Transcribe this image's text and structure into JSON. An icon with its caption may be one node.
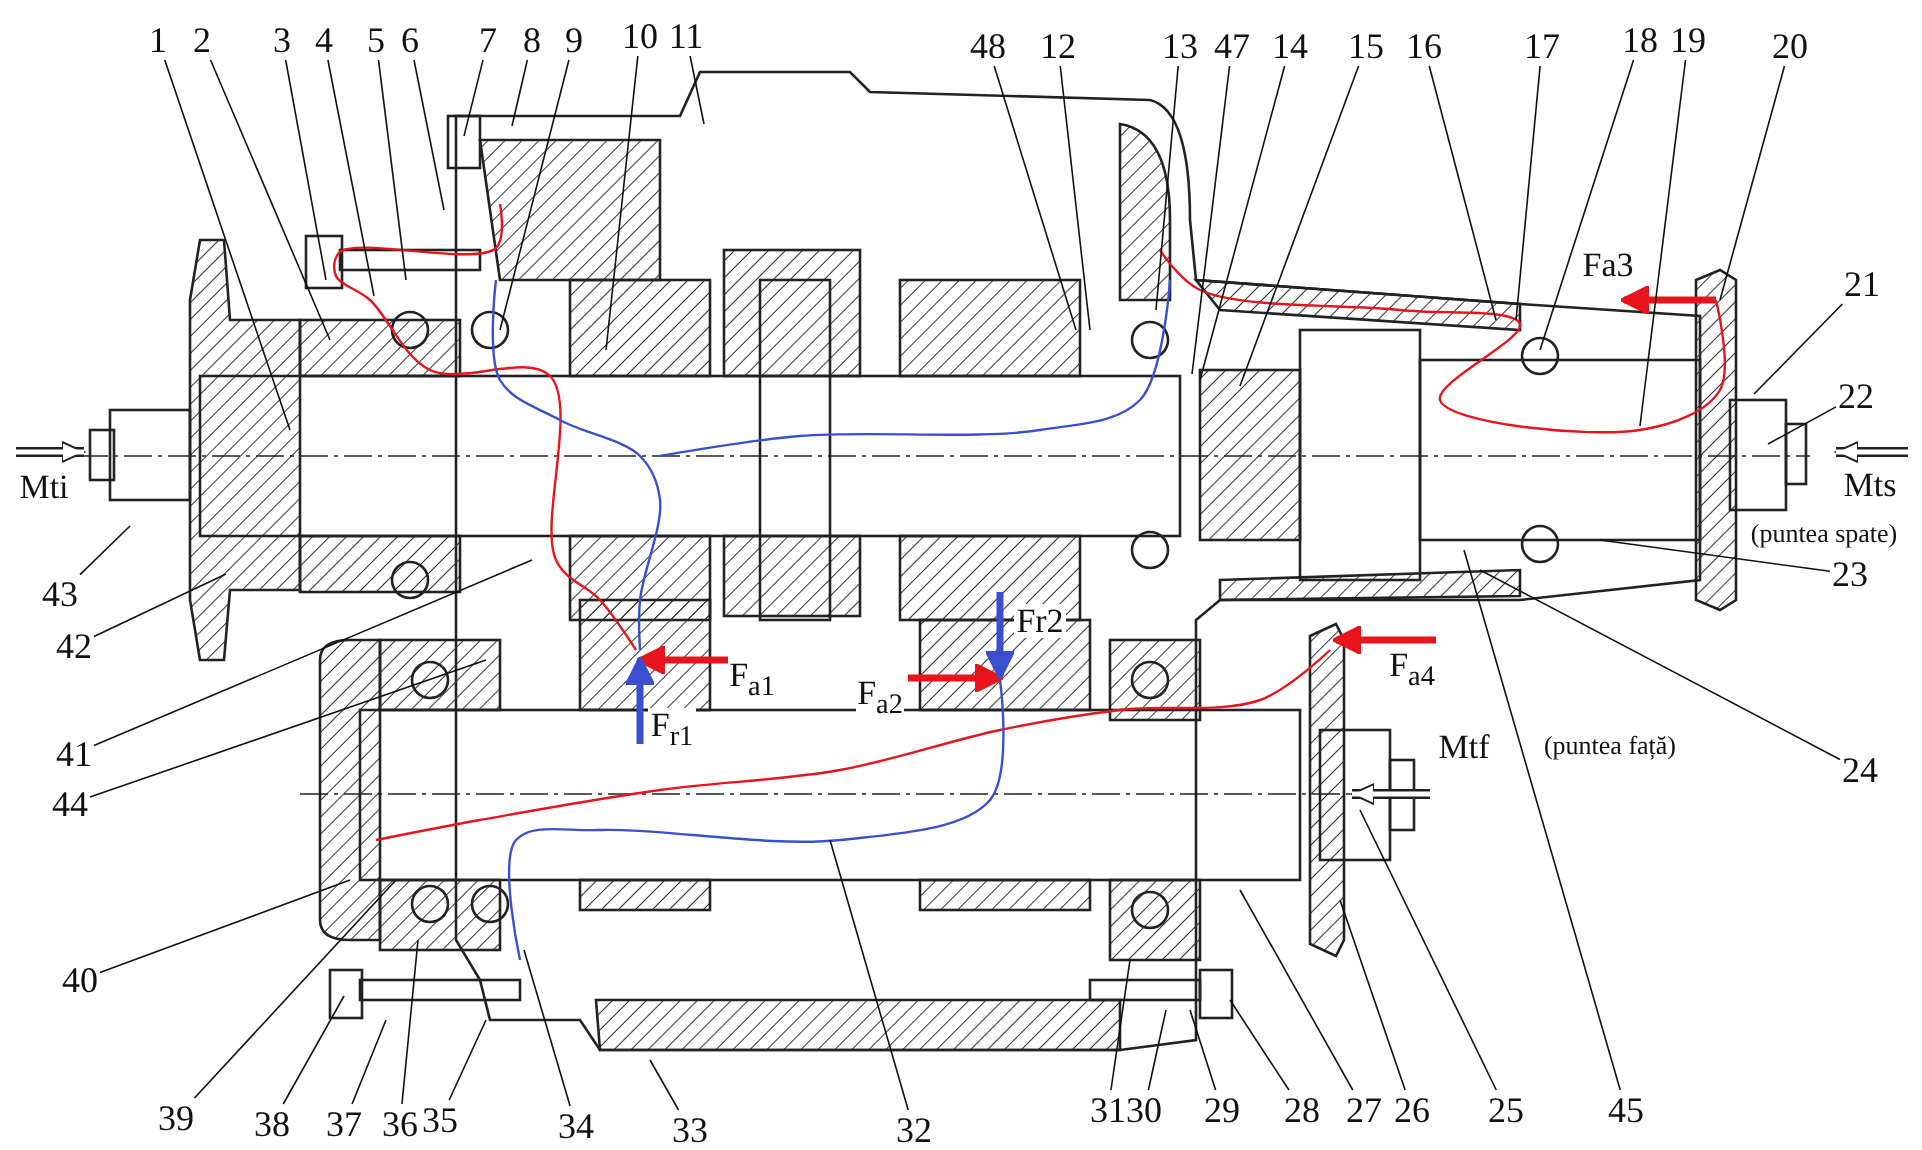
{
  "diagram": {
    "nodes": [
      {
        "text": [
          "1"
        ]
      },
      {
        "text": [
          "2"
        ]
      },
      {
        "text": [
          "3"
        ]
      },
      {
        "text": [
          "4"
        ]
      },
      {
        "text": [
          "5"
        ]
      },
      {
        "text": [
          "6"
        ]
      },
      {
        "text": [
          "7"
        ]
      },
      {
        "text": [
          "8"
        ]
      },
      {
        "text": [
          "9"
        ]
      },
      {
        "text": [
          "10"
        ]
      },
      {
        "text": [
          "11"
        ]
      },
      {
        "text": [
          "48"
        ]
      },
      {
        "text": [
          "12"
        ]
      },
      {
        "text": [
          "13"
        ]
      },
      {
        "text": [
          "47"
        ]
      },
      {
        "text": [
          "14"
        ]
      },
      {
        "text": [
          "15"
        ]
      },
      {
        "text": [
          "16"
        ]
      },
      {
        "text": [
          "17"
        ]
      },
      {
        "text": [
          "18"
        ]
      },
      {
        "text": [
          "19"
        ]
      },
      {
        "text": [
          "20"
        ]
      },
      {
        "text": [
          "21"
        ]
      },
      {
        "text": [
          "22"
        ]
      },
      {
        "text": [
          "23"
        ]
      },
      {
        "text": [
          "24"
        ]
      },
      {
        "text": [
          "43"
        ]
      },
      {
        "text": [
          "42"
        ]
      },
      {
        "text": [
          "41"
        ]
      },
      {
        "text": [
          "44"
        ]
      },
      {
        "text": [
          "40"
        ]
      },
      {
        "text": [
          "39"
        ]
      },
      {
        "text": [
          "38"
        ]
      },
      {
        "text": [
          "37"
        ]
      },
      {
        "text": [
          "36"
        ]
      },
      {
        "text": [
          "35"
        ]
      },
      {
        "text": [
          "34"
        ]
      },
      {
        "text": [
          "33"
        ]
      },
      {
        "text": [
          "32"
        ]
      },
      {
        "text": [
          "31"
        ]
      },
      {
        "text": [
          "30"
        ]
      },
      {
        "text": [
          "29"
        ]
      },
      {
        "text": [
          "28"
        ]
      },
      {
        "text": [
          "27"
        ]
      },
      {
        "text": [
          "26"
        ]
      },
      {
        "text": [
          "25"
        ]
      },
      {
        "text": [
          "45"
        ]
      }
    ],
    "edges": [
      {
        "from": 0,
        "to": null,
        "arrow": "none"
      },
      {
        "from": 1,
        "to": null,
        "arrow": "none"
      },
      {
        "from": 2,
        "to": null,
        "arrow": "none"
      },
      {
        "from": 3,
        "to": null,
        "arrow": "none"
      },
      {
        "from": 4,
        "to": null,
        "arrow": "none"
      },
      {
        "from": 5,
        "to": null,
        "arrow": "none"
      },
      {
        "from": 6,
        "to": null,
        "arrow": "none"
      },
      {
        "from": 7,
        "to": null,
        "arrow": "none"
      },
      {
        "from": 8,
        "to": null,
        "arrow": "none"
      },
      {
        "from": 9,
        "to": null,
        "arrow": "none"
      },
      {
        "from": 10,
        "to": null,
        "arrow": "none"
      },
      {
        "from": 11,
        "to": null,
        "arrow": "none"
      },
      {
        "from": 12,
        "to": null,
        "arrow": "none"
      },
      {
        "from": 13,
        "to": null,
        "arrow": "none"
      },
      {
        "from": 14,
        "to": null,
        "arrow": "none"
      },
      {
        "from": 15,
        "to": null,
        "arrow": "none"
      },
      {
        "from": 16,
        "to": null,
        "arrow": "none"
      },
      {
        "from": 17,
        "to": null,
        "arrow": "none"
      },
      {
        "from": 18,
        "to": null,
        "arrow": "none"
      },
      {
        "from": 19,
        "to": null,
        "arrow": "none"
      },
      {
        "from": 20,
        "to": null,
        "arrow": "none"
      },
      {
        "from": 21,
        "to": null,
        "arrow": "none"
      },
      {
        "from": 22,
        "to": null,
        "arrow": "none"
      },
      {
        "from": 23,
        "to": null,
        "arrow": "none"
      },
      {
        "from": 24,
        "to": null,
        "arrow": "none"
      },
      {
        "from": 25,
        "to": null,
        "arrow": "none"
      },
      {
        "from": 26,
        "to": null,
        "arrow": "none"
      },
      {
        "from": 27,
        "to": null,
        "arrow": "none"
      },
      {
        "from": 28,
        "to": null,
        "arrow": "none"
      },
      {
        "from": 29,
        "to": null,
        "arrow": "none"
      },
      {
        "from": 30,
        "to": null,
        "arrow": "none"
      },
      {
        "from": 31,
        "to": null,
        "arrow": "none"
      },
      {
        "from": 32,
        "to": null,
        "arrow": "none"
      },
      {
        "from": 33,
        "to": null,
        "arrow": "none"
      },
      {
        "from": 34,
        "to": null,
        "arrow": "none"
      },
      {
        "from": 35,
        "to": null,
        "arrow": "none"
      },
      {
        "from": 36,
        "to": null,
        "arrow": "none"
      },
      {
        "from": 37,
        "to": null,
        "arrow": "none"
      },
      {
        "from": 38,
        "to": null,
        "arrow": "none"
      },
      {
        "from": 39,
        "to": null,
        "arrow": "none"
      },
      {
        "from": 40,
        "to": null,
        "arrow": "none"
      },
      {
        "from": 41,
        "to": null,
        "arrow": "none"
      },
      {
        "from": 42,
        "to": null,
        "arrow": "none"
      },
      {
        "from": 43,
        "to": null,
        "arrow": "none"
      },
      {
        "from": 44,
        "to": null,
        "arrow": "none"
      },
      {
        "from": 45,
        "to": null,
        "arrow": "none"
      },
      {
        "from": 46,
        "to": null,
        "arrow": "none"
      }
    ],
    "labels": [
      "Fa3",
      "Mti",
      "Mts",
      "(puntea spate)",
      "Fr2",
      "F$_{a4}$",
      "F$_{a1}$",
      "F$_{a2}$",
      "F$_{r1}$",
      "Mtf",
      "(puntea față)"
    ]
  }
}
